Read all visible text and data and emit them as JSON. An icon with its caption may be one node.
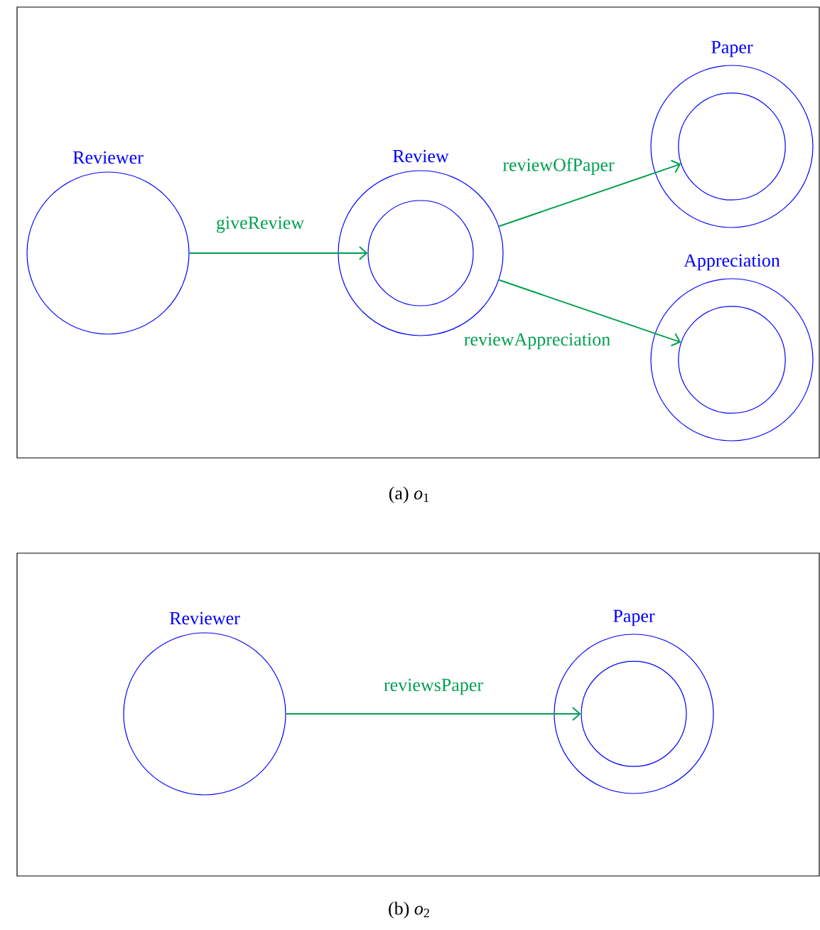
{
  "diagram": {
    "nodes": [
      {
        "text": [
          "Reviewer"
        ]
      },
      {
        "text": [
          "Review"
        ]
      },
      {
        "text": [],
        "shape": "circle",
        "in": 1
      },
      {
        "text": [
          "Paper"
        ]
      },
      {
        "text": [],
        "shape": "circle",
        "in": 3
      },
      {
        "text": [
          "Appreciation"
        ]
      },
      {
        "text": [],
        "shape": "circle",
        "in": 5
      },
      {
        "text": [
          "Reviewer"
        ]
      },
      {
        "text": [
          "Paper"
        ]
      },
      {
        "text": [],
        "shape": "circle",
        "in": 8
      }
    ],
    "edges": [
      {
        "from": 0,
        "to": 2,
        "arrow": "to",
        "label": "giveReview"
      },
      {
        "from": 1,
        "to": 4,
        "arrow": "to",
        "label": "reviewOfPaper"
      },
      {
        "from": 1,
        "to": 6,
        "arrow": "to",
        "label": "reviewAppreciation"
      },
      {
        "from": 7,
        "to": 9,
        "arrow": "to",
        "label": "reviewsPaper"
      }
    ],
    "labels": [
      "(a) *o*$_{1}$",
      "(b) *o*$_{2}$"
    ]
  }
}
